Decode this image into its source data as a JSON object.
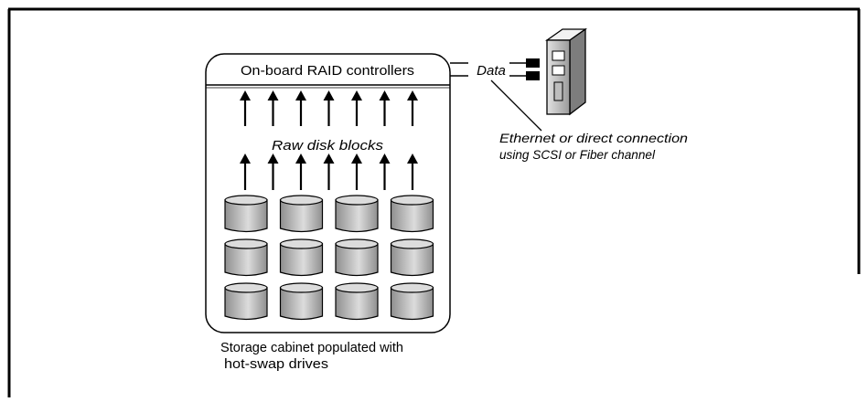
{
  "diagram": {
    "cabinet_header": "On-board RAID controllers",
    "raw_blocks_label": "Raw disk blocks",
    "data_label": "Data",
    "connection_label_line1": "Ethernet or direct connection",
    "connection_label_line2": "using SCSI or Fiber channel",
    "cabinet_caption_line1": "Storage cabinet populated with",
    "cabinet_caption_line2": "hot-swap drives",
    "arrows_per_row": 7,
    "drive_grid": {
      "rows": 3,
      "columns": 4
    },
    "colors": {
      "frame": "#000000",
      "cabinet_fill": "#ffffff",
      "drive_light": "#dcdcdc",
      "drive_dark": "#8f8f8f",
      "server_light": "#e2e2e2",
      "server_dark": "#9a9a9a"
    }
  }
}
